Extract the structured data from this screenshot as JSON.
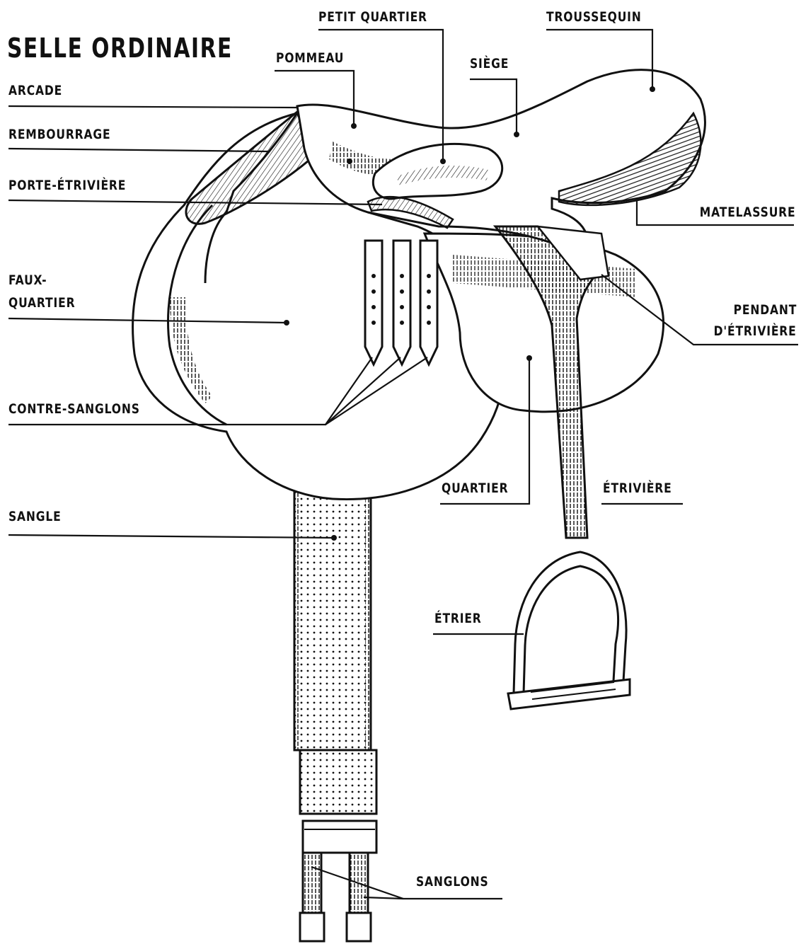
{
  "title": "SELLE ORDINAIRE",
  "labels": {
    "arcade": "ARCADE",
    "rembourrage": "REMBOURRAGE",
    "porte_etriviere": "PORTE-ÉTRIVIÈRE",
    "faux_quartier_1": "FAUX-",
    "faux_quartier_2": "QUARTIER",
    "contre_sanglons": "CONTRE-SANGLONS",
    "sangle": "SANGLE",
    "pommeau": "POMMEAU",
    "petit_quartier": "PETIT QUARTIER",
    "siege": "SIÈGE",
    "troussequin": "TROUSSEQUIN",
    "matelassure": "MATELASSURE",
    "pendant_etriviere_1": "PENDANT",
    "pendant_etriviere_2": "D'ÉTRIVIÈRE",
    "quartier": "QUARTIER",
    "etriviere": "ÉTRIVIÈRE",
    "etrier": "ÉTRIER",
    "sanglons": "SANGLONS"
  }
}
